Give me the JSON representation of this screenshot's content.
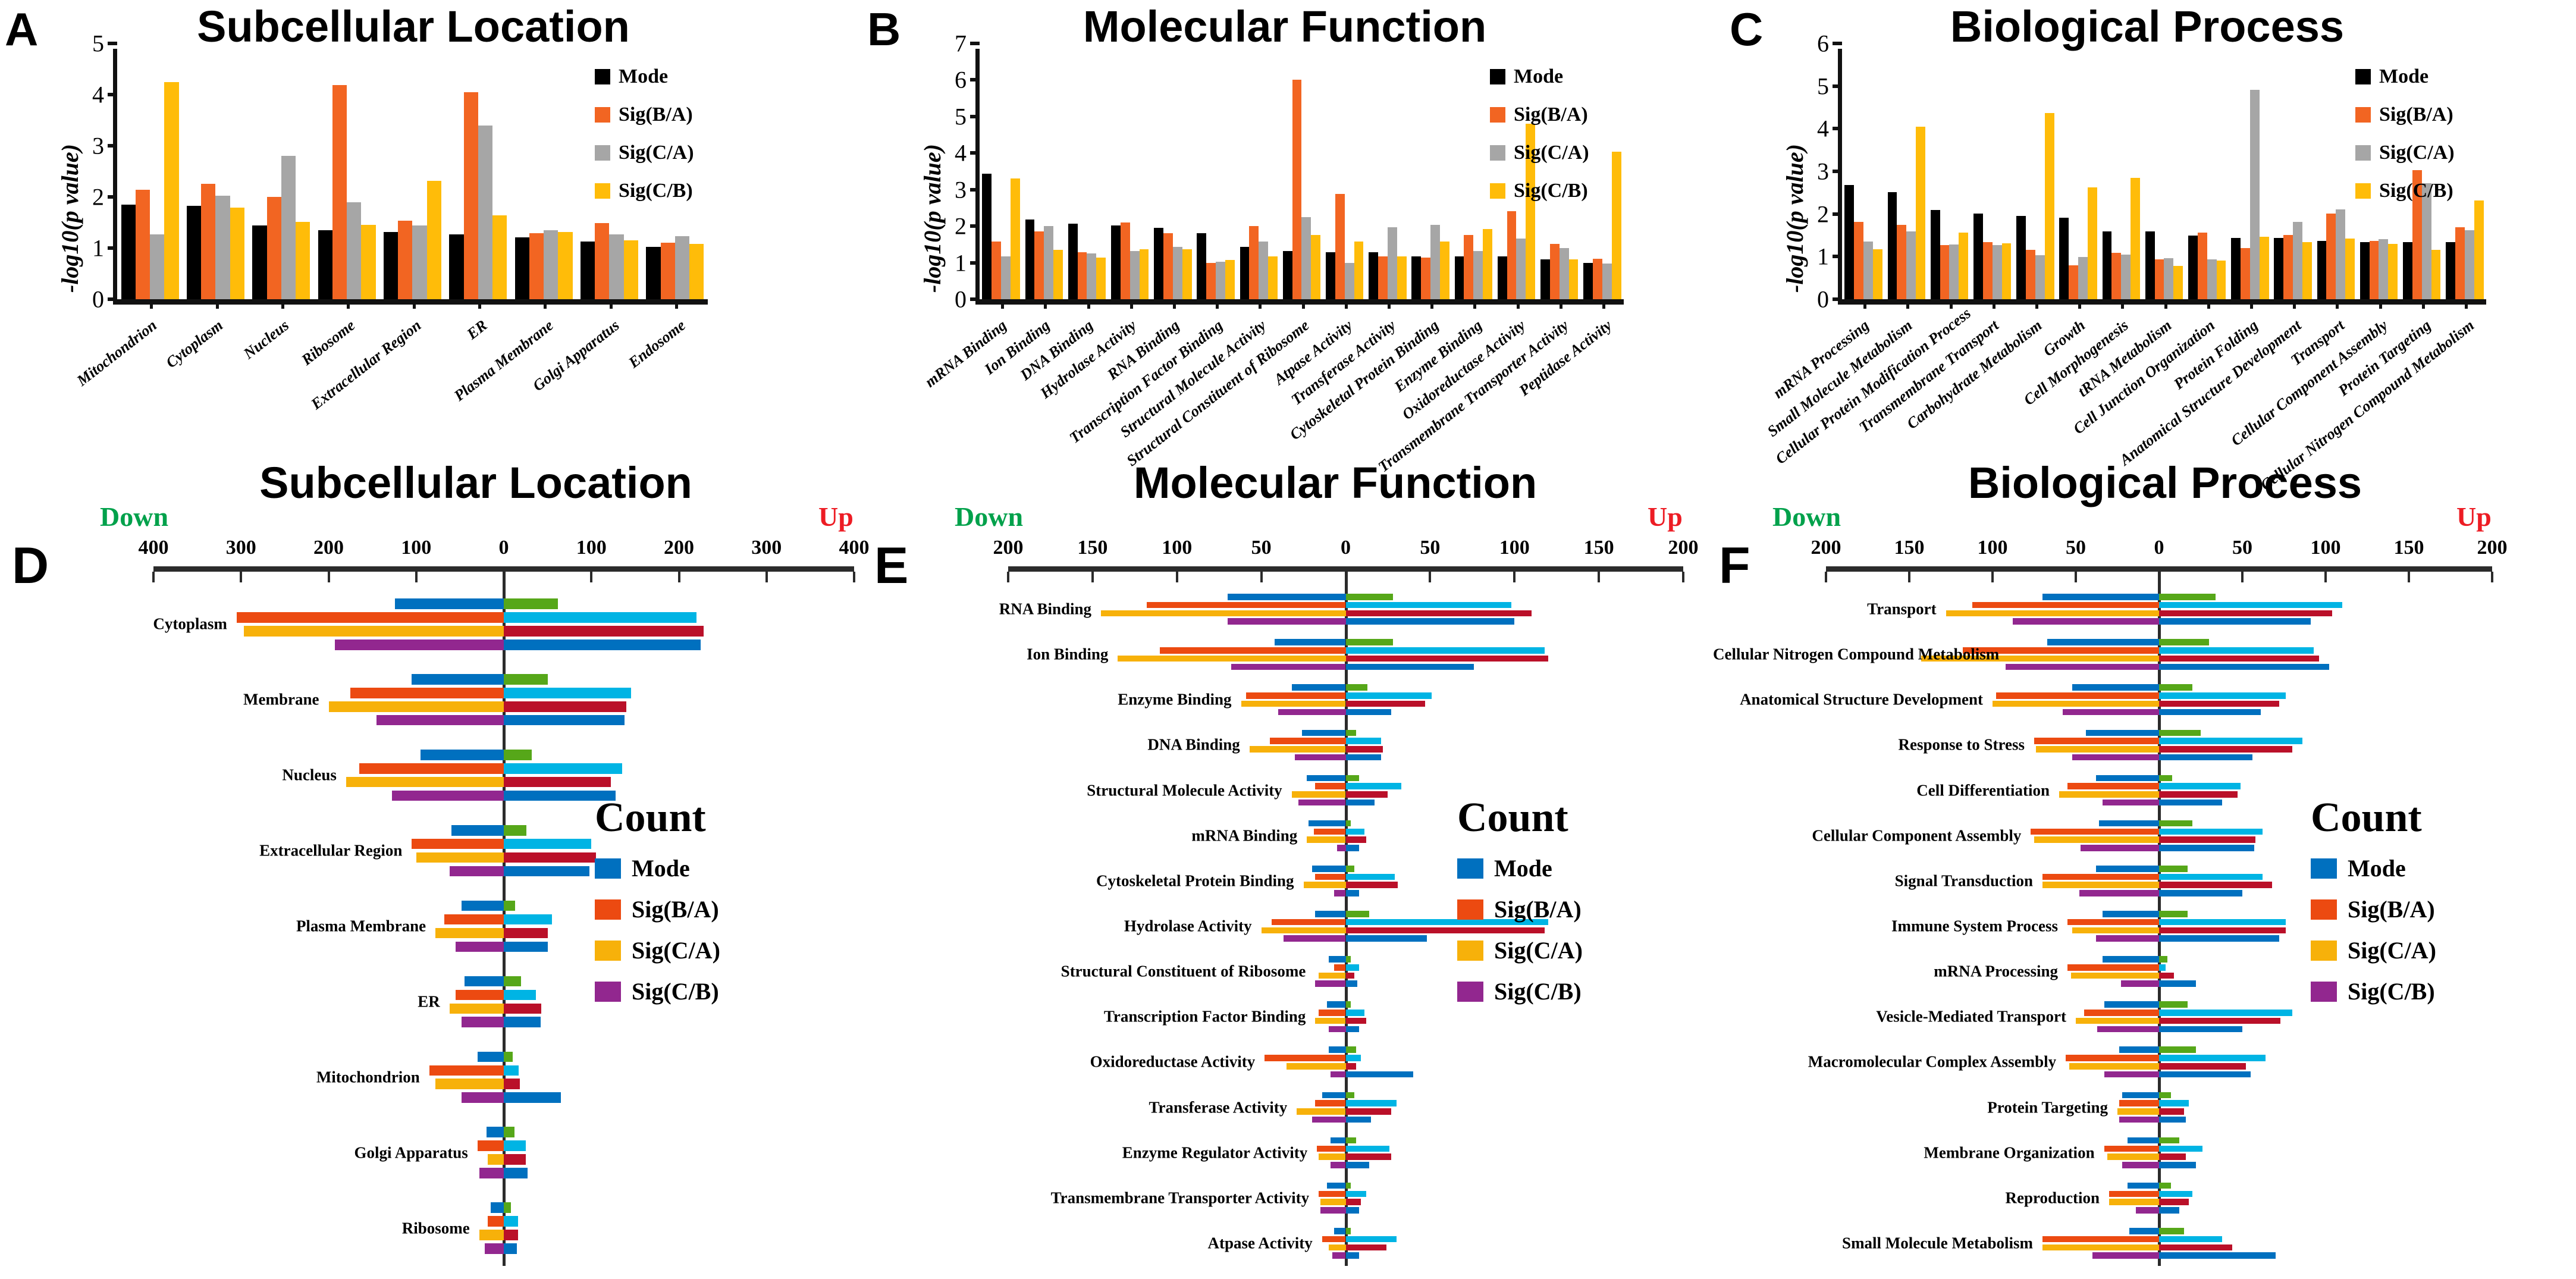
{
  "figure": {
    "series_top": [
      "Mode",
      "Sig(B/A)",
      "Sig(C/A)",
      "Sig(C/B)"
    ],
    "series_bottom": [
      "Mode",
      "Sig(B/A)",
      "Sig(C/A)",
      "Sig(C/B)"
    ],
    "colors_top": [
      "#000000",
      "#F26522",
      "#A6A6A6",
      "#FFBC09"
    ],
    "colors_down": [
      "#0070BF",
      "#EC4A11",
      "#F7B10A",
      "#92278F"
    ],
    "colors_up": [
      "#56A719",
      "#00B4E4",
      "#BA1029",
      "#0070BF"
    ],
    "legend_bottom_title": "Count",
    "down_label": "Down",
    "up_label": "Up",
    "down_color": "#00A14B",
    "up_color": "#ED1C24"
  },
  "panels": {
    "A": {
      "letter": "A",
      "title": "Subcellular Location"
    },
    "B": {
      "letter": "B",
      "title": "Molecular Function"
    },
    "C": {
      "letter": "C",
      "title": "Biological Process"
    },
    "D": {
      "letter": "D",
      "title": "Subcellular Location"
    },
    "E": {
      "letter": "E",
      "title": "Molecular Function"
    },
    "F": {
      "letter": "F",
      "title": "Biological Process"
    }
  },
  "chart_data": [
    {
      "id": "A",
      "type": "bar",
      "title": "Subcellular Location",
      "ylabel": "-log10(p value)",
      "xlabel": "",
      "ylim": [
        0,
        5
      ],
      "yticks": [
        0,
        1,
        2,
        3,
        4,
        5
      ],
      "grid": false,
      "legend_position": "top-right",
      "categories": [
        "Mitochondrion",
        "Cytoplasm",
        "Nucleus",
        "Ribosome",
        "Extracellular Region",
        "ER",
        "Plasma Membrane",
        "Golgi Apparatus",
        "Endosome"
      ],
      "series": [
        {
          "name": "Mode",
          "values": [
            1.89,
            1.86,
            1.47,
            1.38,
            1.34,
            1.3,
            1.23,
            1.15,
            1.04
          ]
        },
        {
          "name": "Sig(B/A)",
          "values": [
            2.19,
            2.3,
            2.04,
            4.27,
            1.57,
            4.13,
            1.32,
            1.52,
            1.13
          ]
        },
        {
          "name": "Sig(C/A)",
          "values": [
            1.29,
            2.07,
            2.86,
            1.94,
            1.47,
            3.47,
            1.38,
            1.29,
            1.26
          ]
        },
        {
          "name": "Sig(C/B)",
          "values": [
            4.33,
            1.83,
            1.55,
            1.49,
            2.36,
            1.68,
            1.34,
            1.18,
            1.1
          ]
        }
      ]
    },
    {
      "id": "B",
      "type": "bar",
      "title": "Molecular Function",
      "ylabel": "-log10(p value)",
      "xlabel": "",
      "ylim": [
        0,
        7
      ],
      "yticks": [
        0,
        1,
        2,
        3,
        4,
        5,
        6,
        7
      ],
      "grid": false,
      "legend_position": "top-right",
      "categories": [
        "mRNA Binding",
        "Ion Binding",
        "DNA Binding",
        "Hydrolase Activity",
        "RNA Binding",
        "Transcription Factor Binding",
        "Structural Molecule Activity",
        "Structural Constituent of Ribosome",
        "Atpase Activity",
        "Transferase Activity",
        "Cytoskeletal Protein Binding",
        "Enzyme Binding",
        "Oxidoreductase Activity",
        "Transmembrane Transporter Activity",
        "Peptidase Activity"
      ],
      "series": [
        {
          "name": "Mode",
          "values": [
            3.51,
            2.23,
            2.12,
            2.07,
            2.0,
            1.85,
            1.46,
            1.35,
            1.31,
            1.31,
            1.2,
            1.2,
            1.2,
            1.12,
            1.02
          ]
        },
        {
          "name": "Sig(B/A)",
          "values": [
            1.62,
            1.89,
            1.31,
            2.15,
            1.84,
            1.01,
            2.05,
            6.13,
            2.95,
            1.2,
            1.16,
            1.8,
            2.46,
            1.54,
            1.13
          ]
        },
        {
          "name": "Sig(C/A)",
          "values": [
            1.2,
            2.04,
            1.28,
            1.34,
            1.47,
            1.05,
            1.62,
            2.3,
            1.01,
            2.01,
            2.08,
            1.34,
            1.69,
            1.43,
            1.0
          ]
        },
        {
          "name": "Sig(C/B)",
          "values": [
            3.37,
            1.38,
            1.16,
            1.39,
            1.4,
            1.09,
            1.2,
            1.8,
            1.62,
            1.2,
            1.62,
            1.97,
            4.91,
            1.12,
            4.13
          ]
        }
      ]
    },
    {
      "id": "C",
      "type": "bar",
      "title": "Biological Process",
      "ylabel": "-log10(p value)",
      "xlabel": "",
      "ylim": [
        0,
        6
      ],
      "yticks": [
        0,
        1,
        2,
        3,
        4,
        5,
        6
      ],
      "grid": false,
      "legend_position": "top-right",
      "categories": [
        "mRNA Processing",
        "Small Molecule Metabolism",
        "Cellular Protein Modification Process",
        "Transmembrane Transport",
        "Carbohydrate Metabolism",
        "Growth",
        "Cell Morphogenesis",
        "tRNA Metabolism",
        "Cell Junction Organization",
        "Protein Folding",
        "Anatomical Structure Development",
        "Transport",
        "Cellular Component Assembly",
        "Protein Targeting",
        "Cellular Nitrogen Compound Metabolism"
      ],
      "series": [
        {
          "name": "Mode",
          "values": [
            2.74,
            2.56,
            2.14,
            2.05,
            1.99,
            1.95,
            1.62,
            1.62,
            1.53,
            1.47,
            1.47,
            1.4,
            1.37,
            1.37,
            1.37
          ]
        },
        {
          "name": "Sig(B/A)",
          "values": [
            1.86,
            1.78,
            1.3,
            1.37,
            1.18,
            0.81,
            1.11,
            0.95,
            1.6,
            1.22,
            1.54,
            2.05,
            1.4,
            3.09,
            1.72
          ]
        },
        {
          "name": "Sig(C/A)",
          "values": [
            1.38,
            1.62,
            1.31,
            1.3,
            1.05,
            1.01,
            1.07,
            0.98,
            0.95,
            5.01,
            1.85,
            2.15,
            1.44,
            2.78,
            1.66
          ]
        },
        {
          "name": "Sig(C/B)",
          "values": [
            1.2,
            4.14,
            1.6,
            1.34,
            4.46,
            2.68,
            2.91,
            0.8,
            0.92,
            1.5,
            1.37,
            1.45,
            1.33,
            1.18,
            2.37
          ]
        }
      ]
    },
    {
      "id": "D",
      "type": "bar",
      "title": "Subcellular Location",
      "xlabel": "Count",
      "ylabel": "",
      "orientation": "horizontal-diverging",
      "xlim": [
        -400,
        400
      ],
      "xticks": [
        400,
        300,
        200,
        100,
        0,
        100,
        200,
        300,
        400
      ],
      "grid": false,
      "legend_position": "right",
      "categories": [
        "Cytoplasm",
        "Membrane",
        "Nucleus",
        "Extracellular Region",
        "Plasma Membrane",
        "ER",
        "Mitochondrion",
        "Golgi Apparatus",
        "Ribosome"
      ],
      "series_down": [
        {
          "name": "Mode",
          "values": [
            124,
            105,
            95,
            60,
            48,
            45,
            30,
            20,
            15
          ]
        },
        {
          "name": "Sig(B/A)",
          "values": [
            305,
            175,
            165,
            105,
            68,
            55,
            85,
            30,
            18
          ]
        },
        {
          "name": "Sig(C/A)",
          "values": [
            297,
            200,
            180,
            100,
            78,
            62,
            78,
            18,
            28
          ]
        },
        {
          "name": "Sig(C/B)",
          "values": [
            193,
            145,
            128,
            62,
            55,
            48,
            48,
            28,
            22
          ]
        }
      ],
      "series_up": [
        {
          "name": "Mode",
          "values": [
            62,
            50,
            32,
            26,
            13,
            20,
            10,
            12,
            8
          ]
        },
        {
          "name": "Sig(B/A)",
          "values": [
            220,
            145,
            135,
            100,
            55,
            37,
            17,
            25,
            16
          ]
        },
        {
          "name": "Sig(C/A)",
          "values": [
            228,
            140,
            122,
            105,
            50,
            43,
            18,
            25,
            16
          ]
        },
        {
          "name": "Sig(C/B)",
          "values": [
            225,
            138,
            128,
            98,
            50,
            42,
            65,
            27,
            15
          ]
        }
      ]
    },
    {
      "id": "E",
      "type": "bar",
      "title": "Molecular Function",
      "xlabel": "Count",
      "ylabel": "",
      "orientation": "horizontal-diverging",
      "xlim": [
        -200,
        200
      ],
      "xticks": [
        200,
        150,
        100,
        50,
        0,
        50,
        100,
        150,
        200
      ],
      "grid": false,
      "legend_position": "right",
      "categories": [
        "RNA Binding",
        "Ion Binding",
        "Enzyme Binding",
        "DNA Binding",
        "Structural Molecule Activity",
        "mRNA Binding",
        "Cytoskeletal Protein Binding",
        "Hydrolase Activity",
        "Structural Constituent of Ribosome",
        "Transcription Factor Binding",
        "Oxidoreductase Activity",
        "Transferase Activity",
        "Enzyme Regulator Activity",
        "Transmembrane Transporter Activity",
        "Atpase Activity"
      ],
      "series_down": [
        {
          "name": "Mode",
          "values": [
            70,
            42,
            32,
            26,
            23,
            22,
            20,
            18,
            10,
            11,
            10,
            14,
            9,
            11,
            7
          ]
        },
        {
          "name": "Sig(B/A)",
          "values": [
            118,
            110,
            59,
            45,
            18,
            19,
            18,
            44,
            7,
            16,
            48,
            18,
            17,
            16,
            14
          ]
        },
        {
          "name": "Sig(C/A)",
          "values": [
            145,
            135,
            62,
            57,
            32,
            23,
            25,
            50,
            16,
            18,
            35,
            29,
            16,
            15,
            10
          ]
        },
        {
          "name": "Sig(C/B)",
          "values": [
            70,
            68,
            40,
            30,
            28,
            5,
            7,
            37,
            18,
            10,
            9,
            20,
            9,
            15,
            8
          ]
        }
      ],
      "series_up": [
        {
          "name": "Mode",
          "values": [
            28,
            28,
            13,
            6,
            8,
            3,
            5,
            14,
            3,
            3,
            6,
            5,
            6,
            3,
            3
          ]
        },
        {
          "name": "Sig(B/A)",
          "values": [
            98,
            118,
            51,
            21,
            33,
            11,
            29,
            120,
            8,
            11,
            9,
            30,
            26,
            12,
            30
          ]
        },
        {
          "name": "Sig(C/A)",
          "values": [
            110,
            120,
            47,
            22,
            25,
            12,
            31,
            118,
            5,
            12,
            6,
            27,
            27,
            9,
            24
          ]
        },
        {
          "name": "Sig(C/B)",
          "values": [
            100,
            76,
            27,
            21,
            17,
            8,
            8,
            48,
            7,
            8,
            40,
            15,
            14,
            8,
            8
          ]
        }
      ]
    },
    {
      "id": "F",
      "type": "bar",
      "title": "Biological Process",
      "xlabel": "Count",
      "ylabel": "",
      "orientation": "horizontal-diverging",
      "xlim": [
        -200,
        200
      ],
      "xticks": [
        200,
        150,
        100,
        50,
        0,
        50,
        100,
        150,
        200
      ],
      "grid": false,
      "legend_position": "right",
      "categories": [
        "Transport",
        "Cellular Nitrogen Compound Metabolism",
        "Anatomical Structure Development",
        "Response to Stress",
        "Cell Differentiation",
        "Cellular Component Assembly",
        "Signal Transduction",
        "Immune System Process",
        "mRNA Processing",
        "Vesicle-Mediated Transport",
        "Macromolecular Complex Assembly",
        "Protein Targeting",
        "Membrane Organization",
        "Reproduction",
        "Small Molecule Metabolism"
      ],
      "series_down": [
        {
          "name": "Mode",
          "values": [
            70,
            67,
            52,
            44,
            38,
            36,
            38,
            34,
            34,
            33,
            24,
            22,
            19,
            19,
            18
          ]
        },
        {
          "name": "Sig(B/A)",
          "values": [
            112,
            118,
            98,
            75,
            55,
            77,
            70,
            55,
            55,
            45,
            56,
            24,
            33,
            30,
            70
          ]
        },
        {
          "name": "Sig(C/A)",
          "values": [
            128,
            143,
            100,
            74,
            60,
            75,
            70,
            52,
            53,
            50,
            54,
            25,
            31,
            30,
            70
          ]
        },
        {
          "name": "Sig(C/B)",
          "values": [
            88,
            92,
            58,
            52,
            34,
            47,
            48,
            38,
            23,
            37,
            33,
            24,
            22,
            14,
            40
          ]
        }
      ],
      "series_up": [
        {
          "name": "Mode",
          "values": [
            34,
            30,
            20,
            25,
            8,
            20,
            17,
            17,
            5,
            17,
            22,
            7,
            12,
            7,
            15
          ]
        },
        {
          "name": "Sig(B/A)",
          "values": [
            110,
            93,
            76,
            86,
            49,
            62,
            62,
            76,
            4,
            80,
            64,
            18,
            26,
            20,
            38
          ]
        },
        {
          "name": "Sig(C/A)",
          "values": [
            104,
            96,
            72,
            80,
            47,
            58,
            68,
            76,
            9,
            73,
            52,
            15,
            16,
            18,
            44
          ]
        },
        {
          "name": "Sig(C/B)",
          "values": [
            91,
            102,
            61,
            56,
            38,
            57,
            50,
            72,
            22,
            50,
            55,
            16,
            22,
            12,
            70
          ]
        }
      ]
    }
  ]
}
